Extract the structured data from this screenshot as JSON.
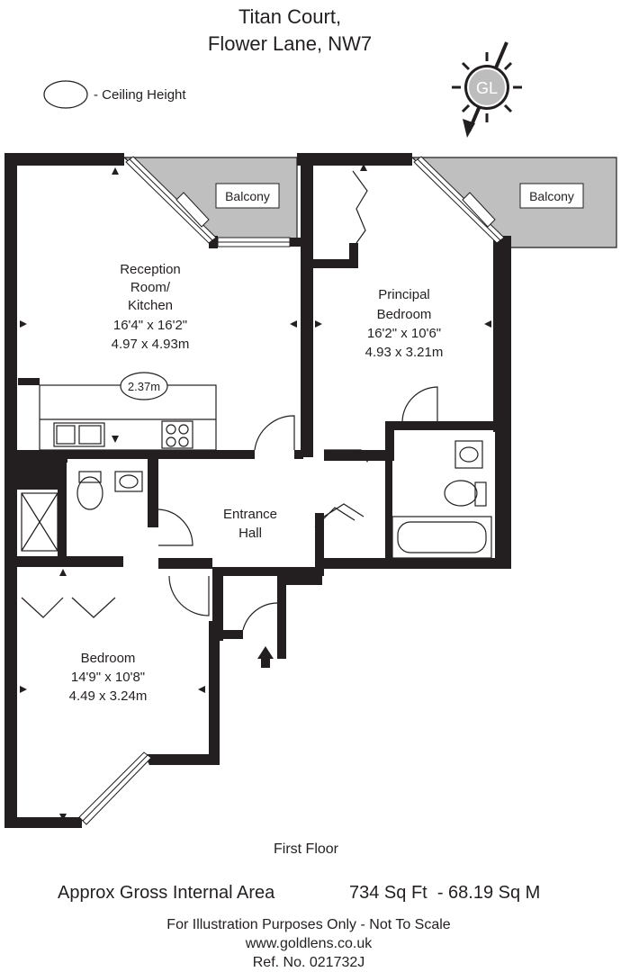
{
  "header": {
    "title_line1": "Titan Court,",
    "title_line2": "Flower Lane, NW7"
  },
  "legend": {
    "label": "- Ceiling Height"
  },
  "compass": {
    "badge": "GL"
  },
  "rooms": {
    "reception": {
      "name1": "Reception",
      "name2": "Room/",
      "name3": "Kitchen",
      "imperial": "16'4\" x 16'2\"",
      "metric": "4.97 x 4.93m"
    },
    "principal": {
      "name1": "Principal",
      "name2": "Bedroom",
      "imperial": "16'2\" x 10'6\"",
      "metric": "4.93 x 3.21m"
    },
    "hall": {
      "name1": "Entrance",
      "name2": "Hall"
    },
    "bedroom": {
      "name1": "Bedroom",
      "imperial": "14'9\" x 10'8\"",
      "metric": "4.49 x 3.24m"
    },
    "balcony_left": "Balcony",
    "balcony_right": "Balcony"
  },
  "ceiling_height": "2.37m",
  "footer": {
    "floor": "First Floor",
    "area_label": "Approx Gross Internal Area",
    "area_value": "734 Sq Ft  - 68.19 Sq M",
    "disclaimer": "For Illustration Purposes Only - Not To Scale",
    "website": "www.goldlens.co.uk",
    "ref": "Ref. No. 021732J"
  }
}
